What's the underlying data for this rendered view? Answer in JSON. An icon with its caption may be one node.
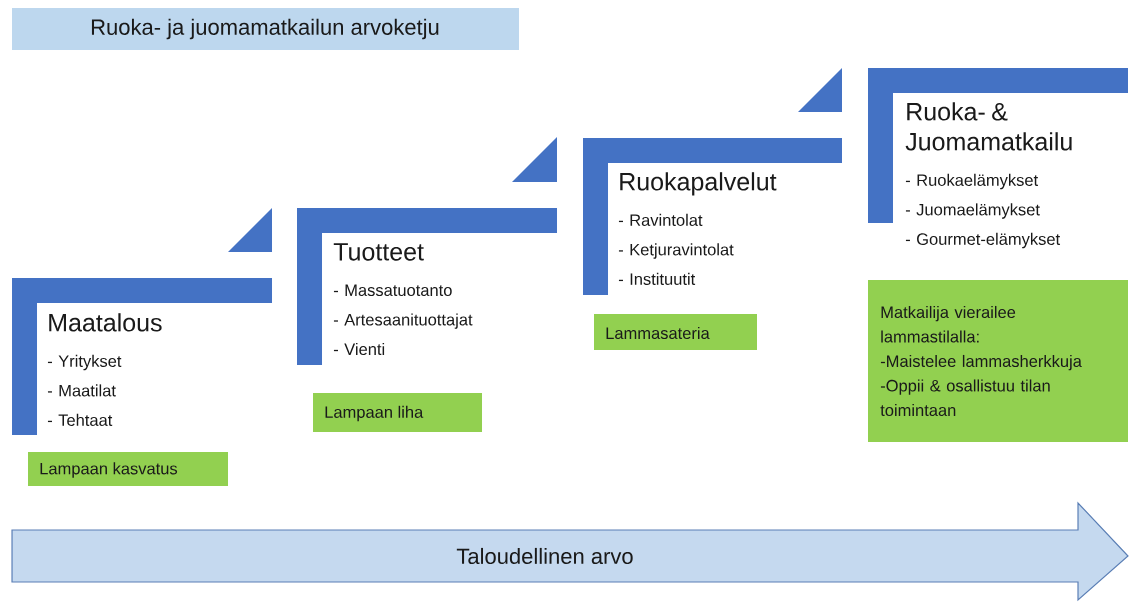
{
  "diagram": {
    "title": "Ruoka- ja juomamatkailun arvoketju",
    "nodes": [
      {
        "text": [
          "Maatalous",
          "- Yritykset",
          "- Maatilat",
          "- Tehtaat"
        ]
      },
      {
        "text": [
          "Lampaan kasvatus"
        ]
      },
      {
        "text": [
          "Tuotteet",
          "- Massatuotanto",
          "- Artesaanituottajat",
          "- Vienti"
        ]
      },
      {
        "text": [
          "Lampaan liha"
        ]
      },
      {
        "text": [
          "Ruokapalvelut",
          "- Ravintolat",
          "- Ketjuravintolat",
          "- Instituutit"
        ]
      },
      {
        "text": [
          "Lammasateria"
        ]
      },
      {
        "text": [
          "Ruoka- & Juomamatkailu",
          "- Ruokaelämykset",
          "- Juomaelämykset",
          "- Gourmet-elämykset"
        ]
      },
      {
        "text": [
          "Matkailija vierailee lammastilalla:",
          "-Maistelee lammasherkkuja",
          "-Oppii & osallistuu tilan toimintaan"
        ]
      },
      {
        "text": [
          "Taloudellinen arvo"
        ]
      }
    ]
  }
}
